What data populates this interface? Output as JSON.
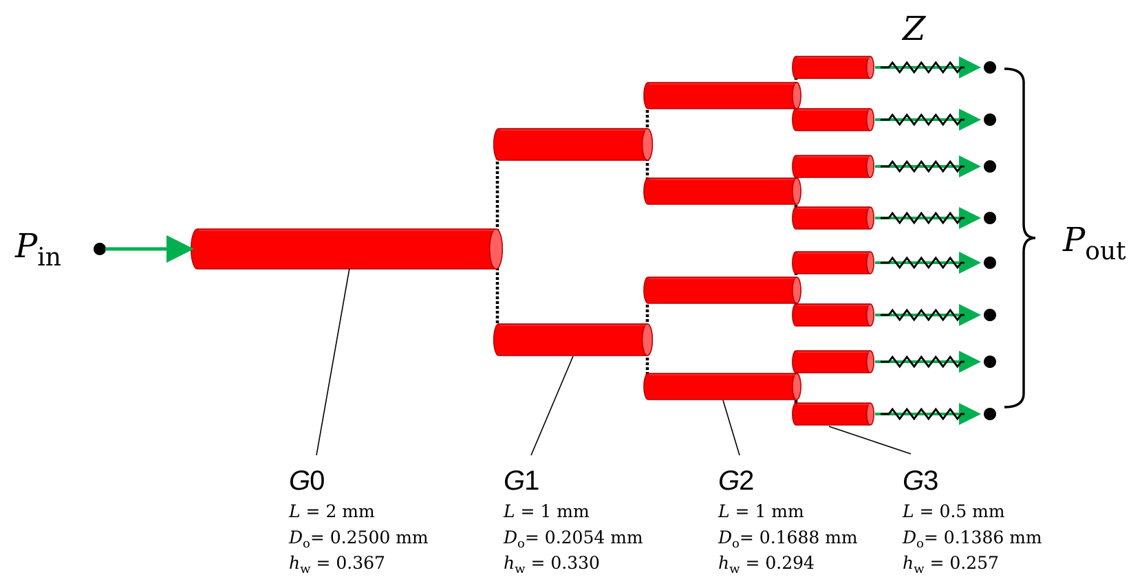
{
  "inlet": {
    "symbol": "P",
    "subscript": "in"
  },
  "outlet": {
    "symbol": "P",
    "subscript": "out"
  },
  "impedance": {
    "symbol": "Z"
  },
  "generations": [
    {
      "label": "G0",
      "length": "L = 2 mm",
      "diameter": "D",
      "diameter_sub": "o",
      "diameter_val": "= 0.2500 mm",
      "thickness": "h",
      "thickness_sub": "w",
      "thickness_val": "= 0.367"
    },
    {
      "label": "G1",
      "length": "L = 1 mm",
      "diameter": "D",
      "diameter_sub": "o",
      "diameter_val": "= 0.2054 mm",
      "thickness": "h",
      "thickness_sub": "w",
      "thickness_val": "= 0.330"
    },
    {
      "label": "G2",
      "length": "L = 1 mm",
      "diameter": "D",
      "diameter_sub": "o",
      "diameter_val": "= 0.1688 mm",
      "thickness": "h",
      "thickness_sub": "w",
      "thickness_val": "= 0.294"
    },
    {
      "label": "G3",
      "length": "L = 0.5 mm",
      "diameter": "D",
      "diameter_sub": "o",
      "diameter_val": "= 0.1386 mm",
      "thickness": "h",
      "thickness_sub": "w",
      "thickness_val": "= 0.257"
    }
  ],
  "colors": {
    "vessel": "#ff0000",
    "vessel_edge": "#b40000",
    "vessel_cap": "#ff6060",
    "arrow": "#00b050",
    "ink": "#000000"
  }
}
